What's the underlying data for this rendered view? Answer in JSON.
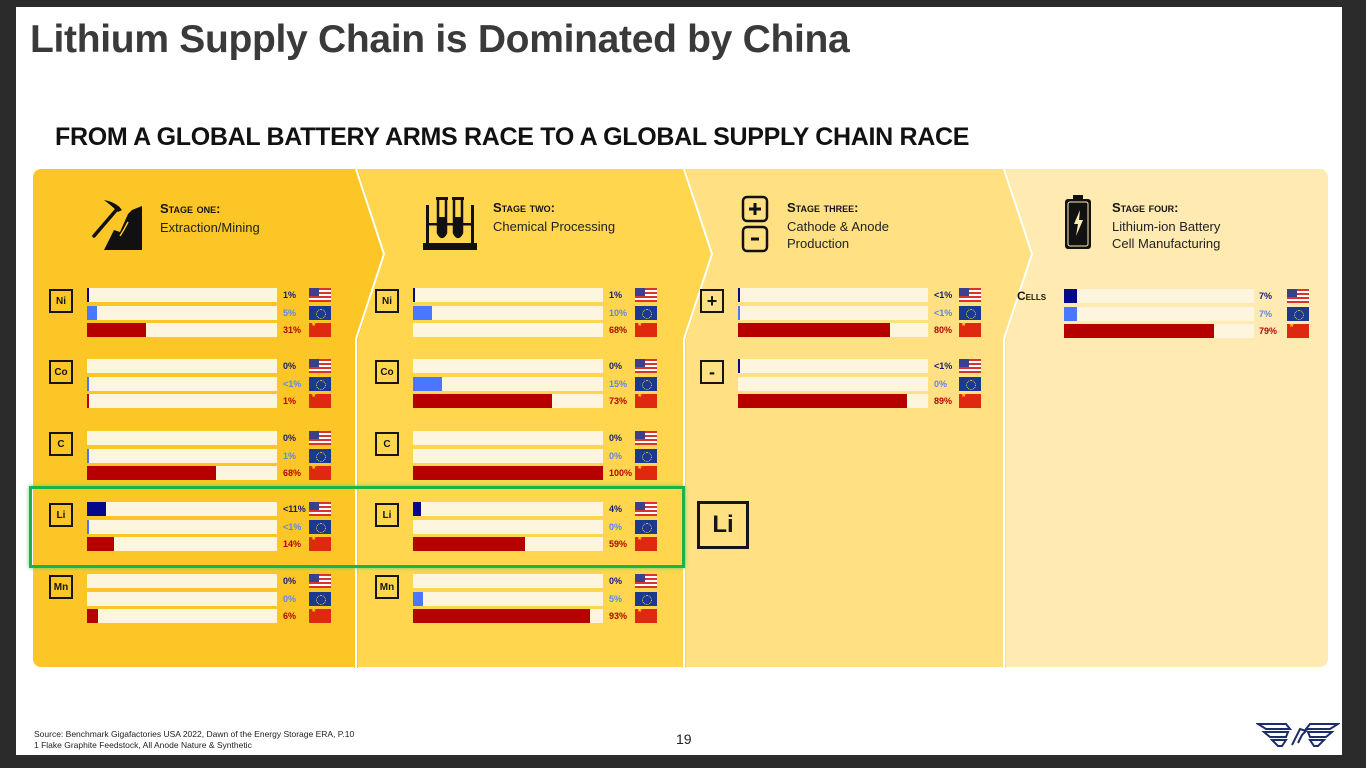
{
  "slide": {
    "title": "Lithium Supply Chain is Dominated by China",
    "subtitle": "FROM A GLOBAL BATTERY ARMS RACE TO A GLOBAL SUPPLY CHAIN RACE",
    "page_number": "19",
    "footnotes": [
      "Source: Benchmark Gigafactories USA 2022, Dawn of the Energy Storage ERA, P.10",
      "1 Flake Graphite Feedstock, All Anode Nature & Synthetic"
    ],
    "highlight_label": "Li",
    "colors": {
      "us": "#06088c",
      "eu": "#4a77ff",
      "china": "#b60000",
      "stage1_bg": "#fcc726",
      "stage2_bg": "#ffd64e",
      "stage3_bg": "#ffe184",
      "stage4_bg": "#ffeab2",
      "highlight": "#19b34a"
    },
    "icons": {
      "stage1": "pickaxe-mountain-icon",
      "stage2": "test-tubes-icon",
      "stage3": "plus-minus-icon",
      "stage4": "battery-bolt-icon",
      "flags": [
        "us-flag-icon",
        "eu-flag-icon",
        "china-flag-icon"
      ]
    }
  },
  "chart_data": {
    "type": "bar",
    "title": "FROM A GLOBAL BATTERY ARMS RACE TO A GLOBAL SUPPLY CHAIN RACE",
    "series_names": [
      "US",
      "EU",
      "China"
    ],
    "stages": [
      {
        "title": "Stage one:",
        "description": "Extraction/Mining",
        "groups": [
          {
            "label": "Ni",
            "labels": [
              "1%",
              "5%",
              "31%"
            ],
            "values": [
              1,
              5,
              31
            ],
            "fills": [
              1,
              5,
              31
            ]
          },
          {
            "label": "Co",
            "labels": [
              "0%",
              "<1%",
              "1%"
            ],
            "values": [
              0,
              0.5,
              1
            ],
            "fills": [
              0,
              0.5,
              1
            ]
          },
          {
            "label": "C",
            "labels": [
              "0%",
              "1%",
              "68%"
            ],
            "values": [
              0,
              1,
              68
            ],
            "fills": [
              0,
              1,
              68
            ]
          },
          {
            "label": "Li",
            "labels": [
              "<11%",
              "<1%",
              "14%"
            ],
            "values": [
              10,
              0.5,
              14
            ],
            "fills": [
              10,
              0.5,
              14
            ]
          },
          {
            "label": "Mn",
            "labels": [
              "0%",
              "0%",
              "6%"
            ],
            "values": [
              0,
              0,
              6
            ],
            "fills": [
              0,
              0,
              6
            ]
          }
        ]
      },
      {
        "title": "Stage two:",
        "description": "Chemical Processing",
        "groups": [
          {
            "label": "Ni",
            "labels": [
              "1%",
              "10%",
              "68%"
            ],
            "values": [
              1,
              10,
              68
            ],
            "fills": [
              1,
              10,
              0
            ]
          },
          {
            "label": "Co",
            "labels": [
              "0%",
              "15%",
              "73%"
            ],
            "values": [
              0,
              15,
              73
            ],
            "fills": [
              0,
              15,
              73
            ]
          },
          {
            "label": "C",
            "labels": [
              "0%",
              "0%",
              "100%"
            ],
            "values": [
              0,
              0,
              100
            ],
            "fills": [
              0,
              0,
              100
            ]
          },
          {
            "label": "Li",
            "labels": [
              "4%",
              "0%",
              "59%"
            ],
            "values": [
              4,
              0,
              59
            ],
            "fills": [
              4,
              0,
              59
            ]
          },
          {
            "label": "Mn",
            "labels": [
              "0%",
              "5%",
              "93%"
            ],
            "values": [
              0,
              5,
              93
            ],
            "fills": [
              0,
              5,
              93
            ]
          }
        ]
      },
      {
        "title": "Stage three:",
        "description": [
          "Cathode & Anode",
          "Production"
        ],
        "groups": [
          {
            "label": "+",
            "labels": [
              "<1%",
              "<1%",
              "80%"
            ],
            "values": [
              0.5,
              0.5,
              80
            ],
            "fills": [
              0.5,
              0.5,
              80
            ]
          },
          {
            "label": "-",
            "labels": [
              "<1%",
              "0%",
              "89%"
            ],
            "values": [
              0.5,
              0,
              89
            ],
            "fills": [
              0.5,
              0,
              89
            ]
          }
        ]
      },
      {
        "title": "Stage four:",
        "description": [
          "Lithium-ion Battery",
          "Cell Manufacturing"
        ],
        "groups": [
          {
            "label": "Cells",
            "labels": [
              "7%",
              "7%",
              "79%"
            ],
            "values": [
              7,
              7,
              79
            ],
            "fills": [
              7,
              7,
              79
            ]
          }
        ]
      }
    ],
    "xlabel": "",
    "ylabel": "",
    "xlim": [
      0,
      100
    ],
    "grid": false,
    "legend": "flags (US, EU, China) right of each bar"
  }
}
